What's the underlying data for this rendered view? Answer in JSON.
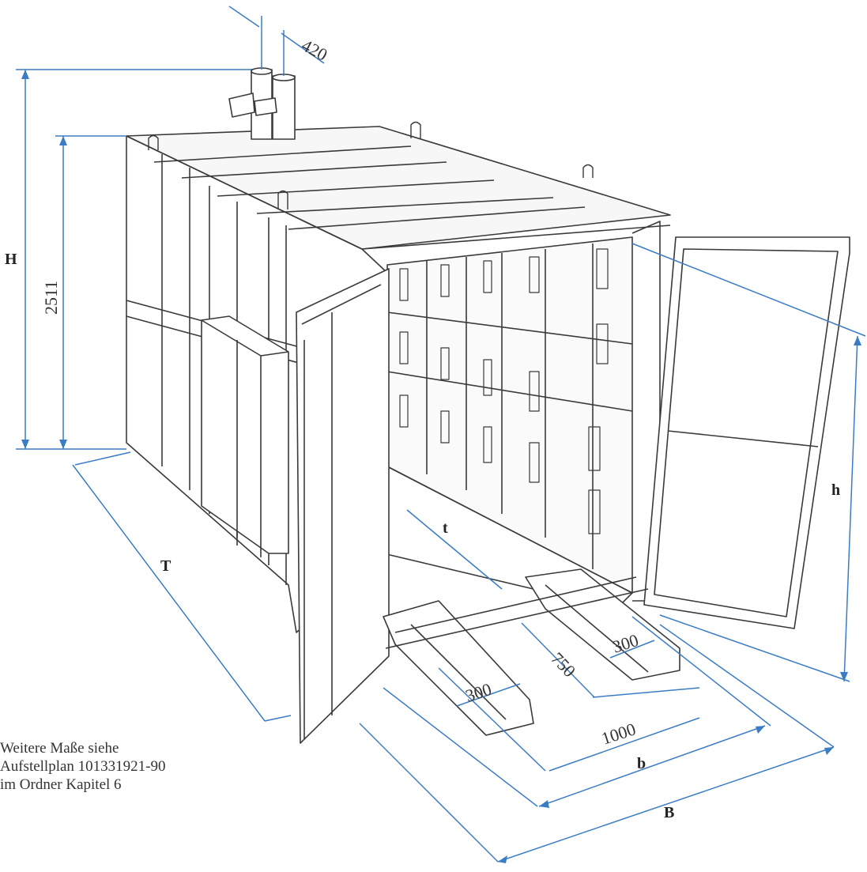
{
  "dimensions": {
    "stack_spacing": "420",
    "overall_height_letter": "H",
    "cabinet_height": "2511",
    "depth_letter": "T",
    "door_height_letter": "h",
    "inner_depth_letter": "t",
    "rail_width_left": "300",
    "rail_width_right": "300",
    "rail_spacing": "750",
    "rail_span": "1000",
    "inner_width_letter": "b",
    "overall_width_letter": "B"
  },
  "note": {
    "line1": "Weitere Maße siehe",
    "line2": "Aufstellplan 101331921-90",
    "line3": "im Ordner Kapitel 6"
  },
  "colors": {
    "dimension_lines": "#3b7cc4",
    "drawing_lines": "#3a3a3a"
  }
}
